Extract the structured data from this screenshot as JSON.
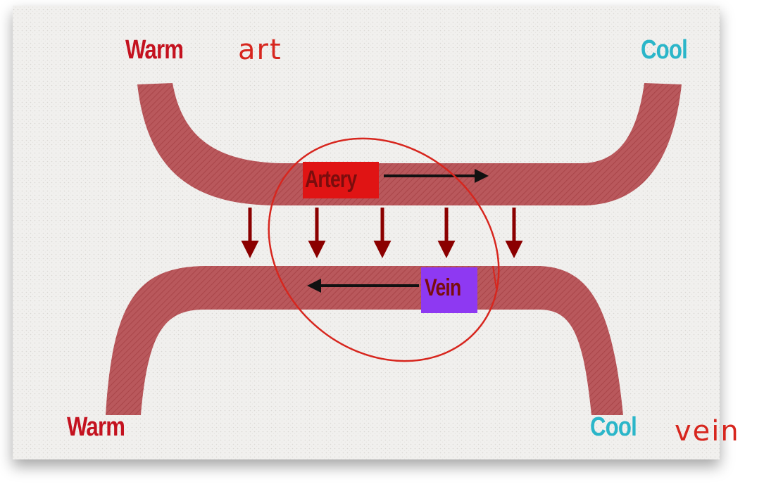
{
  "labels": {
    "warm_top": "Warm",
    "cool_top": "Cool",
    "warm_bottom": "Warm",
    "cool_bottom": "Cool",
    "artery": "Artery",
    "vein": "Vein"
  },
  "annotations": {
    "top_note": "art",
    "bottom_note": "vein"
  },
  "colors": {
    "vessel": "#b9585c",
    "artery_box": "#e01414",
    "vein_box": "#8e39f2",
    "heat_arrow": "#8b0000",
    "warm_text": "#c4121f",
    "cool_text": "#2bb6c9",
    "pen": "#d7261e"
  }
}
